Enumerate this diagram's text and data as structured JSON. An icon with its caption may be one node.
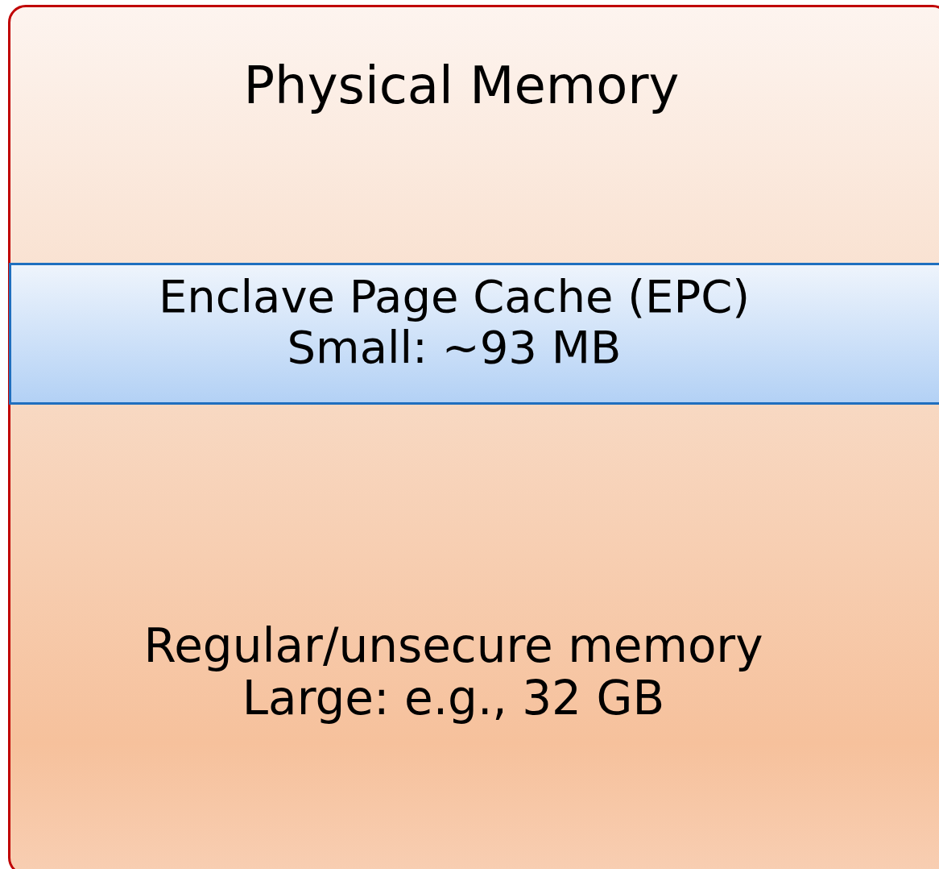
{
  "diagram": {
    "nodes": [
      {
        "text": [
          "Physical Memory",
          "Regular/unsecure memory Large: e.g., 32 GB"
        ]
      },
      {
        "text": [
          "Enclave Page Cache (EPC) Small: ~93 MB"
        ],
        "in": 0
      }
    ]
  }
}
